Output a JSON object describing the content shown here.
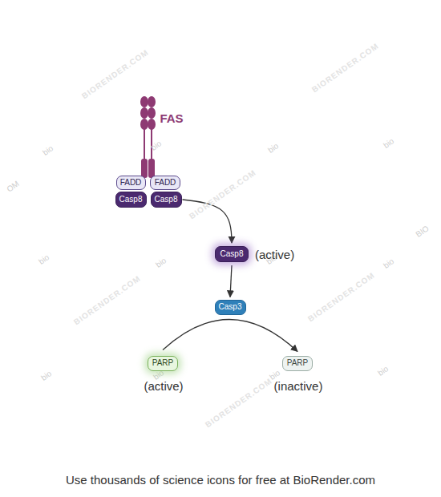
{
  "diagram": {
    "caption": "Use thousands of science icons for free at BioRender.com",
    "nodes": [
      {
        "text": [
          "FADD"
        ]
      },
      {
        "text": [
          "FADD"
        ]
      },
      {
        "text": [
          "Casp8"
        ]
      },
      {
        "text": [
          "Casp8"
        ]
      },
      {
        "text": [
          "Casp8",
          "(active)"
        ]
      },
      {
        "text": [
          "Casp3"
        ]
      },
      {
        "text": [
          "PARP",
          "(active)"
        ]
      },
      {
        "text": [
          "PARP",
          "(inactive)"
        ]
      }
    ],
    "edges": [
      {
        "from": 3,
        "to": 4,
        "arrow": "to"
      },
      {
        "from": 4,
        "to": 5,
        "arrow": "to"
      },
      {
        "from": 6,
        "to": 7,
        "arrow": "to"
      }
    ],
    "labels": [
      "FAS",
      "BIORENDER.COM",
      "BIORENDER.COM",
      "BIORENDER.COM",
      "BIORENDER.COM",
      "BIORENDER.COM",
      "BIORENDER.COM",
      "bio",
      "bio",
      "bio",
      "bio",
      "bio",
      "bio",
      "bio",
      "bio",
      "bio",
      "bio",
      "bio",
      "bio",
      "OM",
      "BIO"
    ]
  }
}
